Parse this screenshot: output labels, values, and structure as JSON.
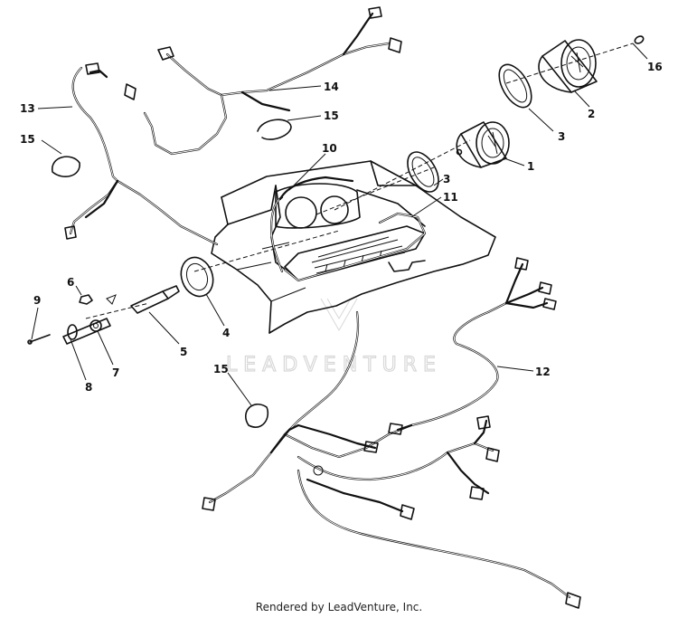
{
  "callouts": [
    "1",
    "2",
    "3",
    "3",
    "4",
    "5",
    "6",
    "7",
    "8",
    "9",
    "10",
    "11",
    "12",
    "13",
    "14",
    "15",
    "15",
    "15",
    "16"
  ],
  "watermark": {
    "text": "LEADVENTURE"
  },
  "footer": {
    "text": "Rendered by LeadVenture, Inc."
  }
}
